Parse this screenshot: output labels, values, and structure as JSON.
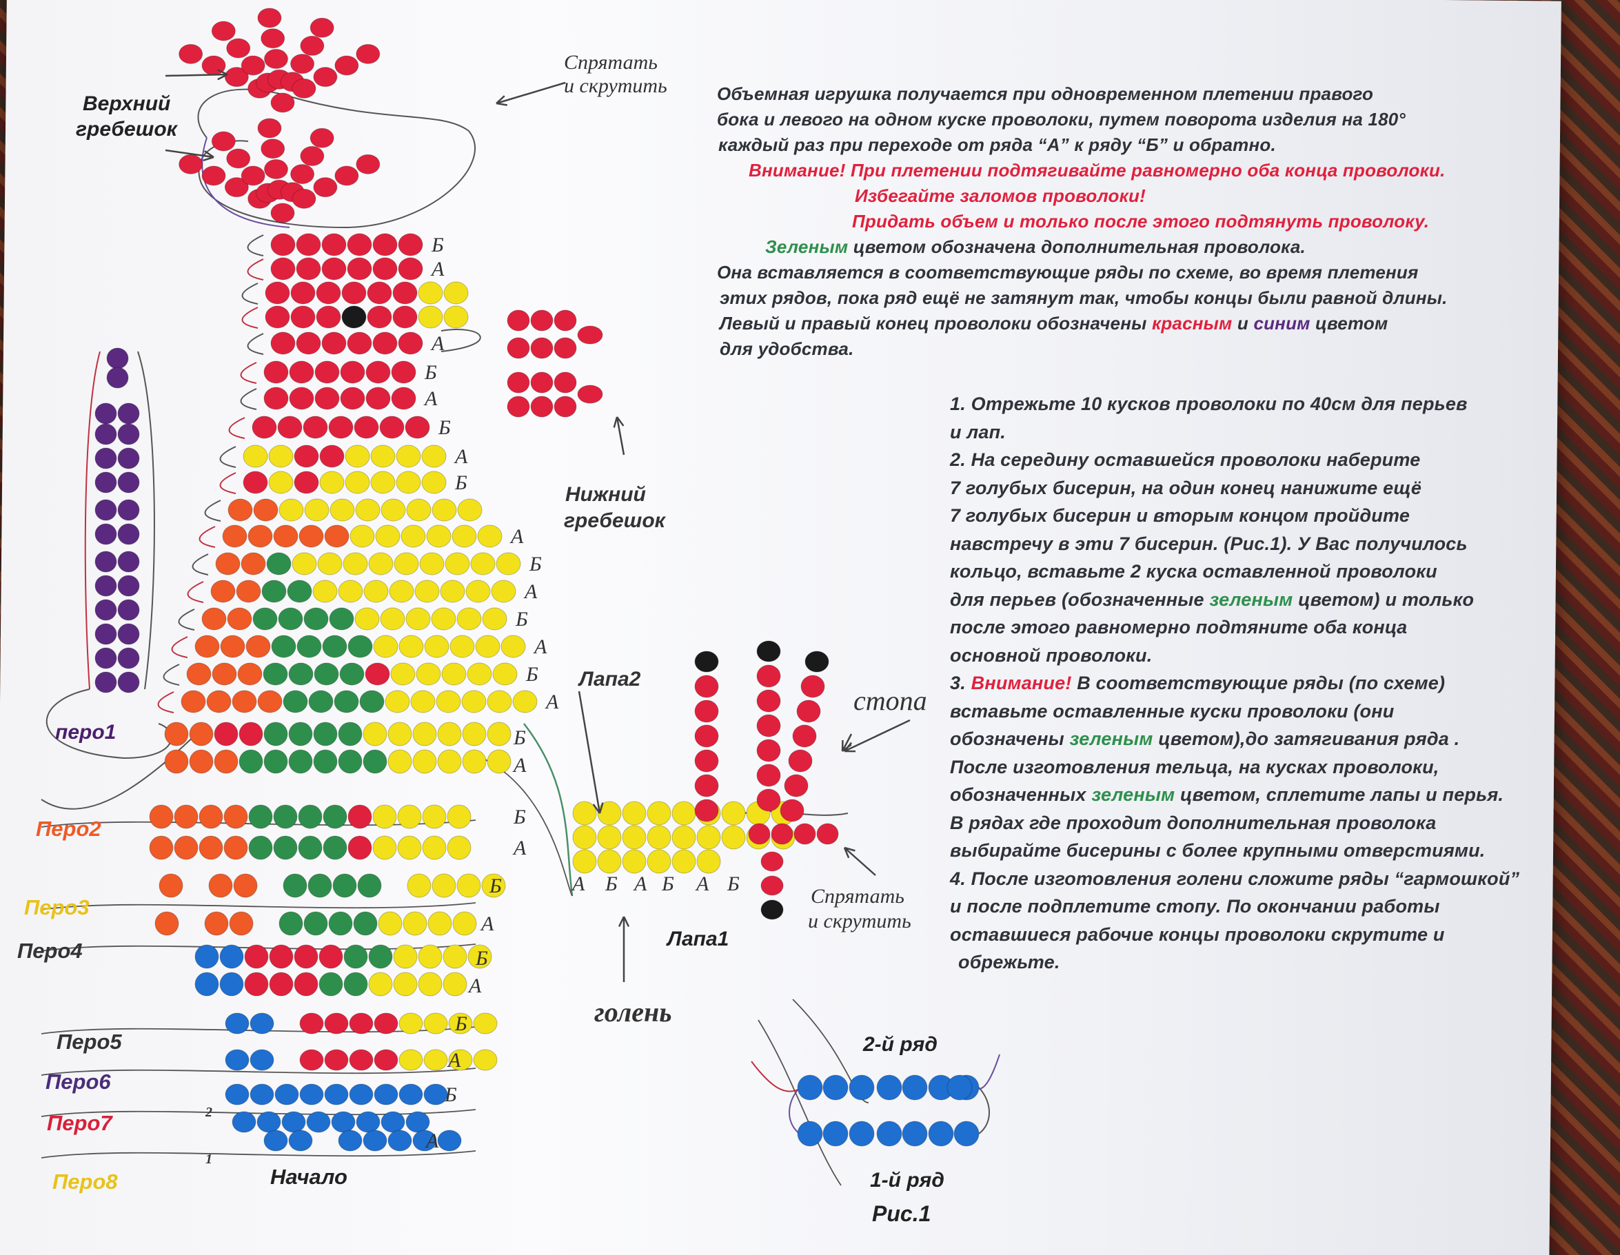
{
  "colors": {
    "red": "#e0213d",
    "green": "#2e8f4c",
    "yellow": "#f2e11a",
    "orange": "#ef5a26",
    "blue": "#1e6fd0",
    "purple": "#5b2a80",
    "black": "#1a1a1a"
  },
  "diagram": {
    "labels": {
      "top_comb_1": "Верхний",
      "top_comb_2": "гребешок",
      "hide_twist_1": "Спрятать",
      "hide_twist_2": "и скрутить",
      "lower_comb_1": "Нижний",
      "lower_comb_2": "гребешок",
      "feather1": "перо1",
      "feather2": "Перо2",
      "feather3": "Перо3",
      "feather4": "Перо4",
      "feather5": "Перо5",
      "feather6": "Перо6",
      "feather7": "Перо7",
      "feather8": "Перо8",
      "start": "Начало",
      "paw2": "Лапа2",
      "paw1": "Лапа1",
      "foot": "стопа",
      "shin": "голень",
      "hide_twist2_1": "Спрятать",
      "hide_twist2_2": "и скрутить",
      "row_2": "2-й ряд",
      "row_1": "1-й ряд",
      "fig1": "Рис.1",
      "mark_a": "А",
      "mark_b": "Б",
      "num1": "1",
      "num2": "2"
    }
  },
  "intro": {
    "l1": "Объемная игрушка получается при одновременном плетении правого",
    "l2": "бока и левого на одном куске проволоки, путем поворота изделия на 180°",
    "l3": "каждый раз при переходе от ряда “А” к ряду “Б” и обратно.",
    "w1": "Внимание! При плетении подтягивайте равномерно оба конца проволоки.",
    "w2": "Избегайте заломов проволоки!",
    "w3": "Придать объем и только после этого подтянуть проволоку.",
    "g1_green": "Зеленым",
    "g1_rest": " цветом обозначена дополнительная проволока.",
    "g2": "Она вставляется в соответствующие  ряды по схеме, во время плетения",
    "g3": "этих рядов, пока ряд ещё не затянут так, чтобы концы были равной длины.",
    "g4_a": "Левый и правый конец проволоки обозначены ",
    "g4_red": "красным",
    "g4_b": " и ",
    "g4_blue": "синим",
    "g4_c": " цветом",
    "g5": "для удобства."
  },
  "steps": {
    "s1a": "1. Отрежьте  10 кусков проволоки по 40см для перьев",
    "s1b": "и лап.",
    "s2a": "2. На середину оставшейся проволоки наберите",
    "s2b": "7 голубых бисерин, на один конец нанижите ещё",
    "s2c": "7 голубых бисерин и вторым концом пройдите",
    "s2d": "навстречу в эти 7 бисерин. (Рис.1). У Вас получилось",
    "s2e": "кольцо, вставьте 2 куска оставленной проволоки",
    "s2f_a": "для перьев (обозначенные ",
    "s2f_g": "зеленым",
    "s2f_b": " цветом) и только",
    "s2g": "после этого равномерно подтяните оба конца",
    "s2h": "основной проволоки.",
    "s3a_n": "3. ",
    "s3a_r": "Внимание!",
    "s3a_b": "  В соответствующие ряды (по схеме)",
    "s3b": "вставьте оставленные куски проволоки (они",
    "s3c_a": "обозначены  ",
    "s3c_g": "зеленым",
    "s3c_b": " цветом),до затягивания ряда .",
    "s3d": "После изготовления тельца, на кусках проволоки,",
    "s3e_a": "обозначенных  ",
    "s3e_g": "зеленым",
    "s3e_b": " цветом, сплетите лапы и перья.",
    "s3f": "В рядах где проходит дополнительная проволока",
    "s3g": "выбирайте бисерины с более крупными отверстиями.",
    "s4a": "4. После изготовления голени сложите ряды “гармошкой”",
    "s4b": "и после подплетите стопу. По окончании работы",
    "s4c": "оставшиеся рабочие концы проволоки скрутите и",
    "s4d": "обрежьте."
  }
}
